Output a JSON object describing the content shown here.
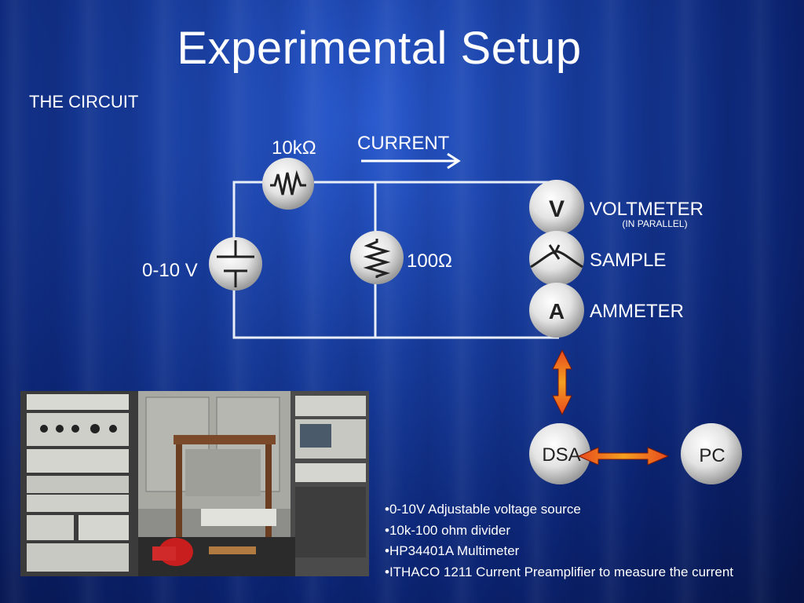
{
  "slide": {
    "title": "Experimental Setup",
    "subtitle": "THE CIRCUIT"
  },
  "circuit": {
    "resistor_top_label": "10kΩ",
    "current_label": "CURRENT",
    "source_label": "0-10 V",
    "resistor_mid_label": "100Ω",
    "voltmeter_symbol": "V",
    "voltmeter_label": "VOLTMETER",
    "voltmeter_note": "(IN PARALLEL)",
    "sample_label": "SAMPLE",
    "ammeter_symbol": "A",
    "ammeter_label": "AMMETER",
    "dsa_label": "DSA",
    "pc_label": "PC"
  },
  "bullets": [
    "•0-10V Adjustable voltage source",
    "•10k-100 ohm divider",
    "•HP34401A Multimeter",
    "•ITHACO 1211 Current Preamplifier to measure the current"
  ],
  "colors": {
    "wire": "#e8eef8",
    "arrow_orange": "#e8491e",
    "arrow_yellow": "#f4a020"
  }
}
